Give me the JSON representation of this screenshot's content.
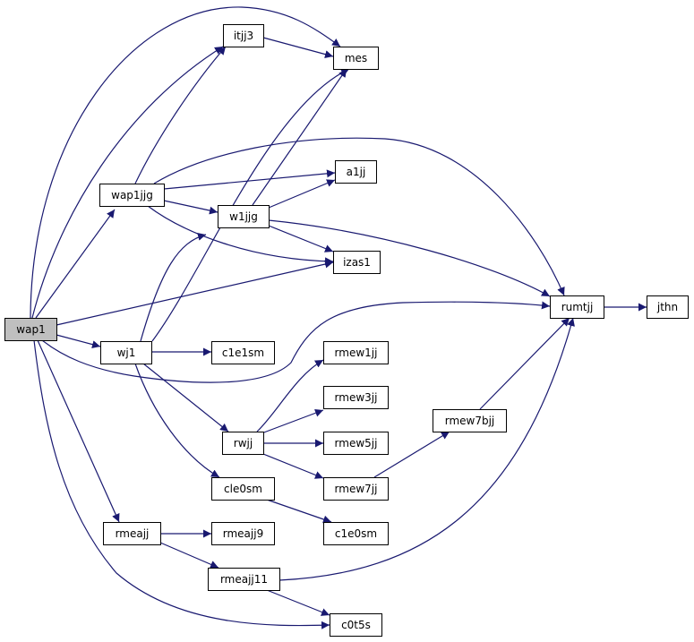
{
  "colors": {
    "edge": "#191970",
    "node_fill": "#ffffff",
    "root_fill": "#bfbfbf",
    "border": "#000000"
  },
  "nodes": [
    {
      "id": "wap1",
      "label": "wap1",
      "root": true
    },
    {
      "id": "wap1jjg",
      "label": "wap1jjg"
    },
    {
      "id": "itjj3",
      "label": "itjj3"
    },
    {
      "id": "mes",
      "label": "mes"
    },
    {
      "id": "a1jj",
      "label": "a1jj"
    },
    {
      "id": "w1jjg",
      "label": "w1jjg"
    },
    {
      "id": "izas1",
      "label": "izas1"
    },
    {
      "id": "rumtjj",
      "label": "rumtjj"
    },
    {
      "id": "jthn",
      "label": "jthn"
    },
    {
      "id": "wj1",
      "label": "wj1"
    },
    {
      "id": "c1e1sm",
      "label": "c1e1sm"
    },
    {
      "id": "rmew1jj",
      "label": "rmew1jj"
    },
    {
      "id": "rmew3jj",
      "label": "rmew3jj"
    },
    {
      "id": "rmew7bjj",
      "label": "rmew7bjj"
    },
    {
      "id": "rwjj",
      "label": "rwjj"
    },
    {
      "id": "rmew5jj",
      "label": "rmew5jj"
    },
    {
      "id": "rmew7jj",
      "label": "rmew7jj"
    },
    {
      "id": "cle0sm",
      "label": "cle0sm"
    },
    {
      "id": "c1e0sm",
      "label": "c1e0sm"
    },
    {
      "id": "rmeajj",
      "label": "rmeajj"
    },
    {
      "id": "rmeajj9",
      "label": "rmeajj9"
    },
    {
      "id": "rmeajj11",
      "label": "rmeajj11"
    },
    {
      "id": "c0t5s",
      "label": "c0t5s"
    }
  ],
  "edges": [
    {
      "from": "wap1",
      "to": "wap1jjg"
    },
    {
      "from": "wap1",
      "to": "itjj3"
    },
    {
      "from": "wap1",
      "to": "mes"
    },
    {
      "from": "wap1",
      "to": "izas1"
    },
    {
      "from": "wap1",
      "to": "rumtjj"
    },
    {
      "from": "wap1",
      "to": "wj1"
    },
    {
      "from": "wap1",
      "to": "rmeajj"
    },
    {
      "from": "wap1",
      "to": "c0t5s"
    },
    {
      "from": "wap1jjg",
      "to": "itjj3"
    },
    {
      "from": "wap1jjg",
      "to": "a1jj"
    },
    {
      "from": "wap1jjg",
      "to": "w1jjg"
    },
    {
      "from": "wap1jjg",
      "to": "izas1"
    },
    {
      "from": "wap1jjg",
      "to": "rumtjj"
    },
    {
      "from": "itjj3",
      "to": "mes"
    },
    {
      "from": "w1jjg",
      "to": "mes"
    },
    {
      "from": "w1jjg",
      "to": "a1jj"
    },
    {
      "from": "w1jjg",
      "to": "izas1"
    },
    {
      "from": "w1jjg",
      "to": "rumtjj"
    },
    {
      "from": "rumtjj",
      "to": "jthn"
    },
    {
      "from": "wj1",
      "to": "mes"
    },
    {
      "from": "wj1",
      "to": "w1jjg"
    },
    {
      "from": "wj1",
      "to": "c1e1sm"
    },
    {
      "from": "wj1",
      "to": "rwjj"
    },
    {
      "from": "wj1",
      "to": "cle0sm"
    },
    {
      "from": "rwjj",
      "to": "rmew1jj"
    },
    {
      "from": "rwjj",
      "to": "rmew3jj"
    },
    {
      "from": "rwjj",
      "to": "rmew5jj"
    },
    {
      "from": "rwjj",
      "to": "rmew7jj"
    },
    {
      "from": "rmew7jj",
      "to": "rmew7bjj"
    },
    {
      "from": "rmew7bjj",
      "to": "rumtjj"
    },
    {
      "from": "cle0sm",
      "to": "c1e0sm"
    },
    {
      "from": "rmeajj",
      "to": "rmeajj9"
    },
    {
      "from": "rmeajj",
      "to": "rmeajj11"
    },
    {
      "from": "rmeajj11",
      "to": "rumtjj"
    },
    {
      "from": "rmeajj11",
      "to": "c0t5s"
    }
  ]
}
